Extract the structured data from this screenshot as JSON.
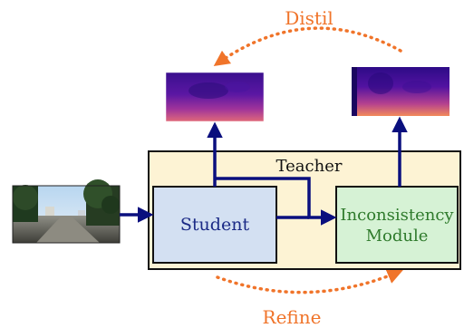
{
  "labels": {
    "distil": "Distil",
    "refine": "Refine",
    "teacher": "Teacher",
    "student": "Student",
    "inconsistency_line1": "Inconsistency",
    "inconsistency_line2": "Module"
  },
  "colors": {
    "arrow_blue": "#0a0f7e",
    "distil_orange": "#f0742a",
    "teacher_fill": "#fdf3d4",
    "student_fill": "#d3e0f2",
    "inconsistency_fill": "#d6f2d5",
    "inconsistency_text": "#2e7a2b",
    "student_text": "#1b2a86"
  },
  "images": {
    "input": "road-scene-photo",
    "depth_left": "depth-map",
    "depth_right": "depth-map"
  }
}
